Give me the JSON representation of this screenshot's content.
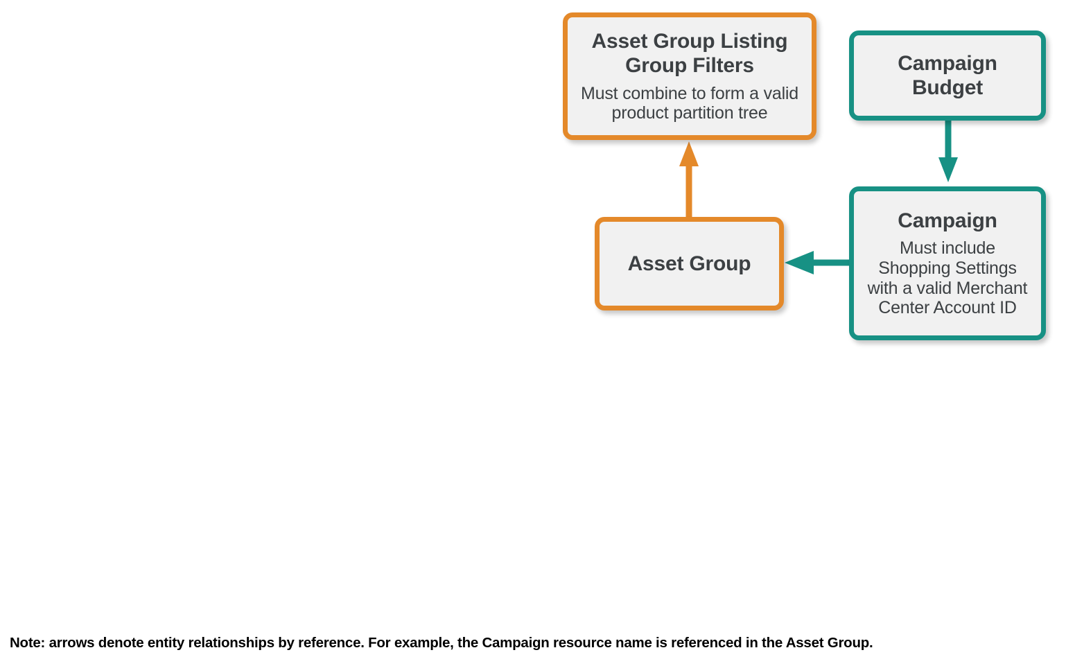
{
  "diagram": {
    "type": "entity-relationship",
    "colors": {
      "orange": "#e4892a",
      "teal": "#179184",
      "box_fill": "#f1f1f1",
      "text": "#3c4043",
      "background": "#ffffff",
      "note_text": "#000000"
    },
    "nodes": [
      {
        "id": "asset-group-listing-group-filters",
        "title": "Asset Group Listing Group Filters",
        "subtitle": "Must combine to form a valid product partition tree",
        "color": "orange"
      },
      {
        "id": "asset-group",
        "title": "Asset Group",
        "subtitle": "",
        "color": "orange"
      },
      {
        "id": "campaign-budget",
        "title": "Campaign Budget",
        "subtitle": "",
        "color": "teal"
      },
      {
        "id": "campaign",
        "title": "Campaign",
        "subtitle": "Must include Shopping Settings with a valid Merchant Center Account ID",
        "color": "teal"
      }
    ],
    "edges": [
      {
        "id": "asset-group-to-listing-group-filters",
        "from": "asset-group",
        "to": "asset-group-listing-group-filters",
        "direction": "up",
        "color": "orange"
      },
      {
        "id": "campaign-budget-to-campaign",
        "from": "campaign-budget",
        "to": "campaign",
        "direction": "down",
        "color": "teal"
      },
      {
        "id": "campaign-to-asset-group",
        "from": "campaign",
        "to": "asset-group",
        "direction": "left",
        "color": "teal"
      }
    ],
    "note": "Note: arrows denote entity relationships by reference. For example, the Campaign resource name is referenced in the Asset Group."
  }
}
